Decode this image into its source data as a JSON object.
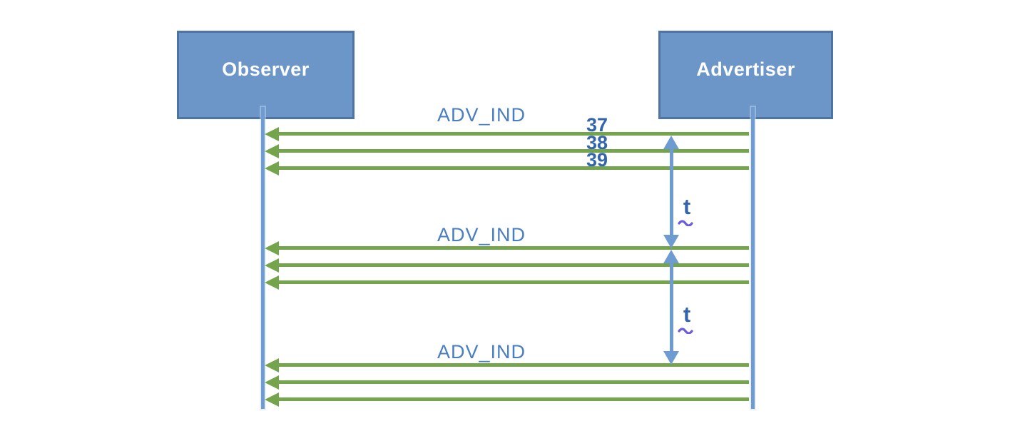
{
  "diagram": {
    "type": "ble-advertising-sequence",
    "actors": [
      {
        "label": "Observer"
      },
      {
        "label": "Advertiser"
      }
    ],
    "advertising_events": [
      {
        "label": "ADV_IND",
        "channels": [
          "37",
          "38",
          "39"
        ],
        "direction": "advertiser-to-observer",
        "packets": 3
      },
      {
        "label": "ADV_IND",
        "channels": [],
        "direction": "advertiser-to-observer",
        "packets": 3
      },
      {
        "label": "ADV_IND",
        "channels": [],
        "direction": "advertiser-to-observer",
        "packets": 3
      }
    ],
    "intervals": [
      {
        "label": "t"
      },
      {
        "label": "t"
      }
    ],
    "colors": {
      "actor_fill": "#6c96c8",
      "actor_border": "#4e74a4",
      "lifeline_blue": "#6f9bd3",
      "message_green": "#74a54c",
      "event_label_blue": "#4a7ec2",
      "channel_number_blue": "#3365ae",
      "squiggle_purple": "#6b5be0"
    }
  }
}
